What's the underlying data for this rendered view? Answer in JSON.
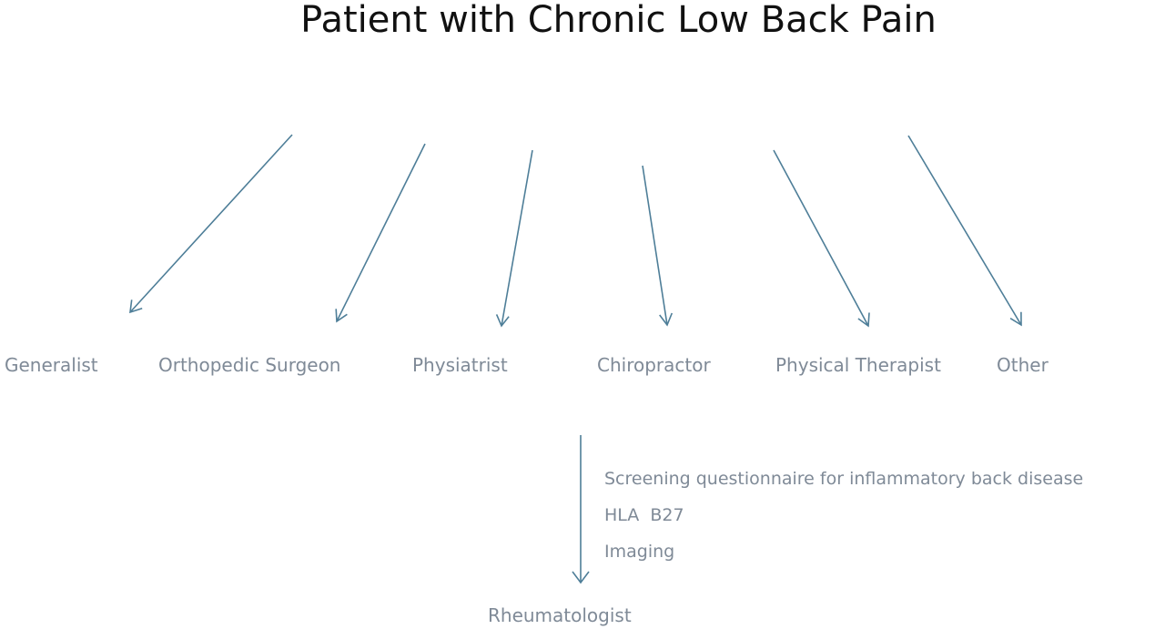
{
  "title": "Patient with Chronic Low Back Pain",
  "providers": [
    {
      "id": "generalist",
      "label": "Generalist"
    },
    {
      "id": "orthopedic-surgeon",
      "label": "Orthopedic Surgeon"
    },
    {
      "id": "physiatrist",
      "label": "Physiatrist"
    },
    {
      "id": "chiropractor",
      "label": "Chiropractor"
    },
    {
      "id": "physical-therapist",
      "label": "Physical Therapist"
    },
    {
      "id": "other",
      "label": "Other"
    }
  ],
  "criteria": [
    "Screening questionnaire for inflammatory back disease",
    "HLA  B27",
    "Imaging"
  ],
  "destination": "Rheumatologist",
  "colors": {
    "arrow": "#4e7e98",
    "label": "#7f8a97",
    "title": "#111111"
  }
}
